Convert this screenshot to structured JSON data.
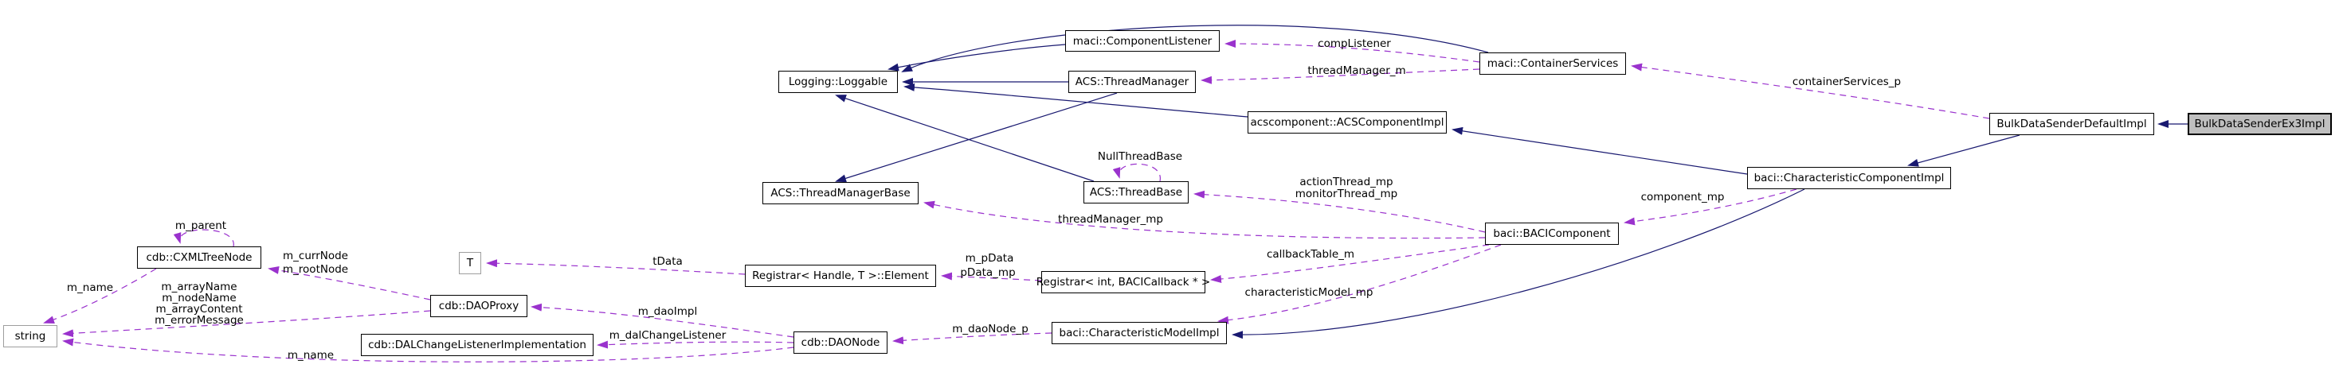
{
  "diagram": {
    "type": "doxygen-collaboration-graph",
    "highlighted_node": "BulkDataSenderEx3Impl",
    "colors": {
      "inheritance_edge": "#191970",
      "usage_edge": "#9a32cd",
      "node_fill": "#ffffff",
      "node_border": "#000000",
      "highlight_fill": "#bfbfbf",
      "template_param_border": "#9e9e9e",
      "background": "#ffffff"
    },
    "nodes": {
      "component_listener": {
        "label": "maci::ComponentListener"
      },
      "container_services": {
        "label": "maci::ContainerServices"
      },
      "loggable": {
        "label": "Logging::Loggable"
      },
      "thread_manager": {
        "label": "ACS::ThreadManager"
      },
      "acs_component_impl": {
        "label": "acscomponent::ACSComponentImpl"
      },
      "bulk_default": {
        "label": "BulkDataSenderDefaultImpl"
      },
      "bulk_ex3": {
        "label": "BulkDataSenderEx3Impl"
      },
      "thread_base": {
        "label": "ACS::ThreadBase"
      },
      "thread_manager_base": {
        "label": "ACS::ThreadManagerBase"
      },
      "char_component_impl": {
        "label": "baci::CharacteristicComponentImpl"
      },
      "baci_component": {
        "label": "baci::BACIComponent"
      },
      "cxml_tree_node": {
        "label": "cdb::CXMLTreeNode"
      },
      "t_param": {
        "label": "T"
      },
      "registrar_element": {
        "label": "Registrar< Handle, T >::Element"
      },
      "registrar_int": {
        "label": "Registrar< int, BACICallback * >"
      },
      "dao_proxy": {
        "label": "cdb::DAOProxy"
      },
      "string_type": {
        "label": "string"
      },
      "dal_change_listener_impl": {
        "label": "cdb::DALChangeListenerImplementation"
      },
      "dao_node": {
        "label": "cdb::DAONode"
      },
      "char_model_impl": {
        "label": "baci::CharacteristicModelImpl"
      }
    },
    "edge_labels": {
      "comp_listener": {
        "text": "compListener"
      },
      "thread_manager_m": {
        "text": "threadManager_m"
      },
      "container_services_p": {
        "text": "containerServices_p"
      },
      "null_thread_base": {
        "text": "NullThreadBase"
      },
      "action_thread_mp": {
        "text": "actionThread_mp"
      },
      "monitor_thread_mp": {
        "text": "monitorThread_mp"
      },
      "component_mp": {
        "text": "component_mp"
      },
      "thread_manager_mp": {
        "text": "threadManager_mp"
      },
      "callback_table_m": {
        "text": "callbackTable_m"
      },
      "characteristic_model_mp": {
        "text": "characteristicModel_mp"
      },
      "m_pdata": {
        "text": "m_pData"
      },
      "pdata_mp": {
        "text": "pData_mp"
      },
      "tdata": {
        "text": "tData"
      },
      "m_parent": {
        "text": "m_parent"
      },
      "m_currnode": {
        "text": "m_currNode"
      },
      "m_rootnode": {
        "text": "m_rootNode"
      },
      "m_name_tree": {
        "text": "m_name"
      },
      "m_arrayname": {
        "text": "m_arrayName"
      },
      "m_nodename": {
        "text": "m_nodeName"
      },
      "m_arraycontent": {
        "text": "m_arrayContent"
      },
      "m_errormessage": {
        "text": "m_errorMessage"
      },
      "m_name_dao": {
        "text": "m_name"
      },
      "m_daoimpl": {
        "text": "m_daoImpl"
      },
      "m_dalchangelistener": {
        "text": "m_dalChangeListener"
      },
      "m_daonode_p": {
        "text": "m_daoNode_p"
      }
    },
    "edges": [
      {
        "kind": "inheritance",
        "from": "bulk_ex3",
        "to": "bulk_default"
      },
      {
        "kind": "inheritance",
        "from": "bulk_default",
        "to": "char_component_impl"
      },
      {
        "kind": "inheritance",
        "from": "char_component_impl",
        "to": "acs_component_impl"
      },
      {
        "kind": "inheritance",
        "from": "char_component_impl",
        "to": "char_model_impl"
      },
      {
        "kind": "inheritance",
        "from": "component_listener",
        "to": "loggable"
      },
      {
        "kind": "inheritance",
        "from": "thread_manager",
        "to": "loggable"
      },
      {
        "kind": "inheritance",
        "from": "acs_component_impl",
        "to": "loggable"
      },
      {
        "kind": "inheritance",
        "from": "thread_base",
        "to": "loggable"
      },
      {
        "kind": "inheritance",
        "from": "container_services",
        "to": "loggable"
      },
      {
        "kind": "inheritance",
        "from": "thread_manager",
        "to": "thread_manager_base"
      },
      {
        "kind": "usage",
        "from": "container_services",
        "to": "component_listener",
        "label": "compListener"
      },
      {
        "kind": "usage",
        "from": "container_services",
        "to": "thread_manager",
        "label": "threadManager_m"
      },
      {
        "kind": "usage",
        "from": "bulk_default",
        "to": "container_services",
        "label": "containerServices_p"
      },
      {
        "kind": "usage",
        "from": "thread_base",
        "to": "thread_base",
        "label": "NullThreadBase"
      },
      {
        "kind": "usage",
        "from": "baci_component",
        "to": "thread_base",
        "label": "actionThread_mp monitorThread_mp"
      },
      {
        "kind": "usage",
        "from": "baci_component",
        "to": "thread_manager_base",
        "label": "threadManager_mp"
      },
      {
        "kind": "usage",
        "from": "char_component_impl",
        "to": "baci_component",
        "label": "component_mp"
      },
      {
        "kind": "usage",
        "from": "baci_component",
        "to": "registrar_int",
        "label": "callbackTable_m"
      },
      {
        "kind": "usage",
        "from": "baci_component",
        "to": "char_model_impl",
        "label": "characteristicModel_mp"
      },
      {
        "kind": "usage",
        "from": "registrar_int",
        "to": "registrar_element",
        "label": "m_pData pData_mp"
      },
      {
        "kind": "usage",
        "from": "registrar_element",
        "to": "t_param",
        "label": "tData"
      },
      {
        "kind": "usage",
        "from": "cxml_tree_node",
        "to": "cxml_tree_node",
        "label": "m_parent"
      },
      {
        "kind": "usage",
        "from": "dao_proxy",
        "to": "cxml_tree_node",
        "label": "m_currNode m_rootNode"
      },
      {
        "kind": "usage",
        "from": "cxml_tree_node",
        "to": "string_type",
        "label": "m_name"
      },
      {
        "kind": "usage",
        "from": "dao_proxy",
        "to": "string_type",
        "label": "m_arrayName m_nodeName m_arrayContent m_errorMessage"
      },
      {
        "kind": "usage",
        "from": "dao_node",
        "to": "string_type",
        "label": "m_name"
      },
      {
        "kind": "usage",
        "from": "dao_node",
        "to": "dao_proxy",
        "label": "m_daoImpl"
      },
      {
        "kind": "usage",
        "from": "dao_node",
        "to": "dal_change_listener_impl",
        "label": "m_dalChangeListener"
      },
      {
        "kind": "usage",
        "from": "char_model_impl",
        "to": "dao_node",
        "label": "m_daoNode_p"
      }
    ]
  }
}
